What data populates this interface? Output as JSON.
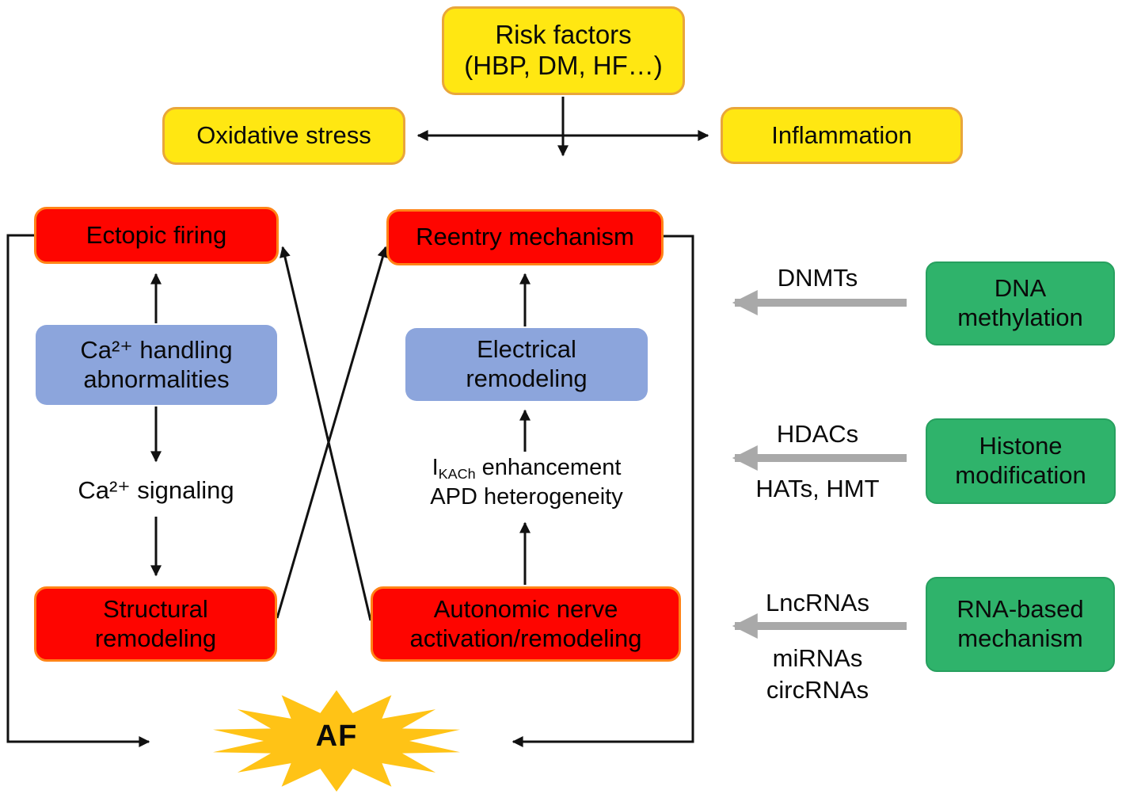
{
  "diagram": {
    "top": {
      "risk_factors_line1": "Risk factors",
      "risk_factors_line2": "(HBP, DM, HF…)",
      "oxidative_stress": "Oxidative stress",
      "inflammation": "Inflammation"
    },
    "mechanisms": {
      "ectopic_firing": "Ectopic firing",
      "reentry_mechanism": "Reentry mechanism",
      "ca_handling_line1": "Ca²⁺ handling",
      "ca_handling_line2": "abnormalities",
      "electrical_line1": "Electrical",
      "electrical_line2": "remodeling",
      "ca_signaling": "Ca²⁺ signaling",
      "ikach_symbol": "I",
      "ikach_subscript": "KACh",
      "ikach_rest": "enhancement",
      "apd_line": "APD heterogeneity",
      "structural_line1": "Structural",
      "structural_line2": "remodeling",
      "autonomic_line1": "Autonomic nerve",
      "autonomic_line2": "activation/remodeling"
    },
    "epigenetics": {
      "dnmts": "DNMTs",
      "dna_methylation_line1": "DNA",
      "dna_methylation_line2": "methylation",
      "hdacs": "HDACs",
      "hats_hmt": "HATs, HMT",
      "histone_line1": "Histone",
      "histone_line2": "modification",
      "lncrnas": "LncRNAs",
      "mirnas": "miRNAs",
      "circrnas": "circRNAs",
      "rna_line1": "RNA-based",
      "rna_line2": "mechanism"
    },
    "outcome": {
      "af": "AF"
    },
    "colors": {
      "yellow_fill": "#FFE712",
      "yellow_border": "#E9A63B",
      "red_fill": "#FE0500",
      "red_border": "#FF8316",
      "blue_fill": "#8CA5DC",
      "green_fill": "#2FB36B",
      "green_border": "#27A05F",
      "star_fill": "#FFC316",
      "gray_arrow": "#A9A9A9",
      "line_color": "#111111"
    }
  }
}
